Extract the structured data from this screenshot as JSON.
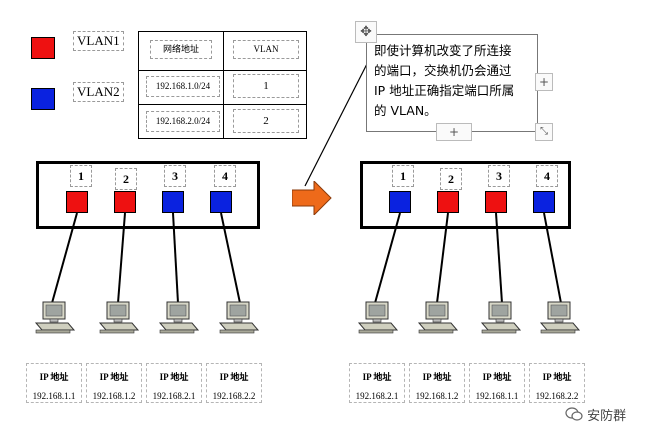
{
  "colors": {
    "vlan1": "#ee1111",
    "vlan2": "#0a22e0",
    "arrow": "#ee6a1a"
  },
  "legend": [
    {
      "label": "VLAN1",
      "color": "#ee1111"
    },
    {
      "label": "VLAN2",
      "color": "#0a22e0"
    }
  ],
  "table": {
    "header": {
      "network": "网络地址",
      "vlan": "VLAN"
    },
    "rows": [
      {
        "network": "192.168.1.0/24",
        "vlan": "1"
      },
      {
        "network": "192.168.2.0/24",
        "vlan": "2"
      }
    ]
  },
  "callout": {
    "lines": [
      "即使计算机改变了所连接",
      "的端口，交换机仍会通过",
      "IP 地址正确指定端口所属",
      "的 VLAN。"
    ]
  },
  "left_switch": {
    "ports": [
      {
        "num": "1",
        "color": "#ee1111"
      },
      {
        "num": "2",
        "color": "#ee1111"
      },
      {
        "num": "3",
        "color": "#0a22e0"
      },
      {
        "num": "4",
        "color": "#0a22e0"
      }
    ],
    "hosts": [
      {
        "label": "IP 地址",
        "ip": "192.168.1.1"
      },
      {
        "label": "IP 地址",
        "ip": "192.168.1.2"
      },
      {
        "label": "IP 地址",
        "ip": "192.168.2.1"
      },
      {
        "label": "IP 地址",
        "ip": "192.168.2.2"
      }
    ]
  },
  "right_switch": {
    "ports": [
      {
        "num": "1",
        "color": "#0a22e0"
      },
      {
        "num": "2",
        "color": "#ee1111"
      },
      {
        "num": "3",
        "color": "#ee1111"
      },
      {
        "num": "4",
        "color": "#0a22e0"
      }
    ],
    "hosts": [
      {
        "label": "IP 地址",
        "ip": "192.168.2.1"
      },
      {
        "label": "IP 地址",
        "ip": "192.168.1.2"
      },
      {
        "label": "IP 地址",
        "ip": "192.168.1.1"
      },
      {
        "label": "IP 地址",
        "ip": "192.168.2.2"
      }
    ]
  },
  "watermark": {
    "text": "安防群",
    "icon": "wechat-icon"
  }
}
